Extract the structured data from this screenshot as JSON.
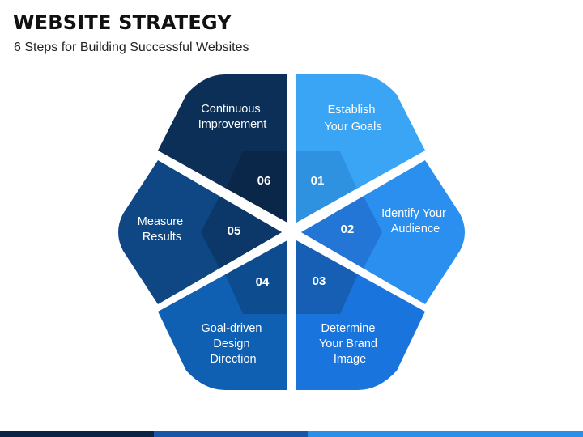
{
  "header": {
    "title": "WEBSITE STRATEGY",
    "subtitle": "6 Steps for Building Successful Websites"
  },
  "steps": [
    {
      "number": "01",
      "lines": [
        "Establish",
        "Your Goals"
      ],
      "color": "#3aa5f5"
    },
    {
      "number": "02",
      "lines": [
        "Identify Your",
        "Audience"
      ],
      "color": "#2b8ff0"
    },
    {
      "number": "03",
      "lines": [
        "Determine",
        "Your Brand",
        "Image"
      ],
      "color": "#1a74dd"
    },
    {
      "number": "04",
      "lines": [
        "Goal-driven",
        "Design",
        "Direction"
      ],
      "color": "#0f5fb2"
    },
    {
      "number": "05",
      "lines": [
        "Measure",
        "Results"
      ],
      "color": "#0e4784"
    },
    {
      "number": "06",
      "lines": [
        "Continuous",
        "Improvement"
      ],
      "color": "#0c2f57"
    }
  ],
  "palette": {
    "hex_01": "#2e92e0",
    "hex_02": "#2375d6",
    "hex_03": "#165fb5",
    "hex_04": "#0d4d8f",
    "hex_05": "#0b3868",
    "hex_06": "#0a2648",
    "footer": [
      "#0b2445",
      "#1a56a8",
      "#2a8fe8"
    ]
  }
}
